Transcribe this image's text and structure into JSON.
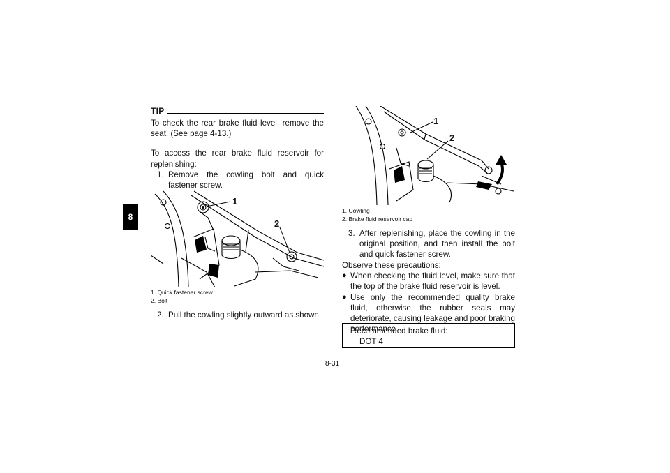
{
  "section_tab": "8",
  "tip": {
    "label": "TIP",
    "text": "To check the rear brake fluid level, remove the seat. (See page 4-13.)"
  },
  "intro": "To access the rear brake fluid reservoir for replenishing:",
  "steps": {
    "s1_num": "1.",
    "s1_text": "Remove the cowling bolt and quick fastener screw.",
    "s2_num": "2.",
    "s2_text": "Pull the cowling slightly outward as shown.",
    "s3_num": "3.",
    "s3_text": "After replenishing, place the cowling in the original position, and then install the bolt and quick fastener screw."
  },
  "figure1": {
    "callout1": "1",
    "callout2": "2",
    "caption1": "1.  Quick fastener screw",
    "caption2": "2.  Bolt"
  },
  "figure2": {
    "callout1": "1",
    "callout2": "2",
    "caption1": "1.  Cowling",
    "caption2": "2.  Brake fluid reservoir cap"
  },
  "precautions": {
    "heading": "Observe these precautions:",
    "bullet_glyph": "●",
    "b1": "When checking the fluid level, make sure that the top of the brake fluid reservoir is level.",
    "b2": "Use only the recommended quality brake fluid, otherwise the rubber seals may deteriorate, causing leakage and poor braking performance."
  },
  "recommended": {
    "label": "Recommended brake fluid:",
    "value": "DOT 4"
  },
  "page_number": "8-31"
}
